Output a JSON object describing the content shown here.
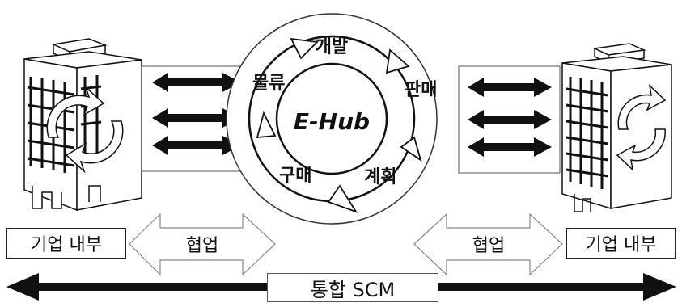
{
  "hub": {
    "center_label": "E-Hub",
    "cycle_labels": {
      "top": "개발",
      "right": "판매",
      "bottom_right": "계획",
      "bottom_left": "구매",
      "left": "물류"
    }
  },
  "left_side": {
    "box_label": "기업 내부",
    "collab_label": "협업"
  },
  "right_side": {
    "box_label": "기업 내부",
    "collab_label": "협업"
  },
  "bottom": {
    "label": "통합 SCM"
  }
}
